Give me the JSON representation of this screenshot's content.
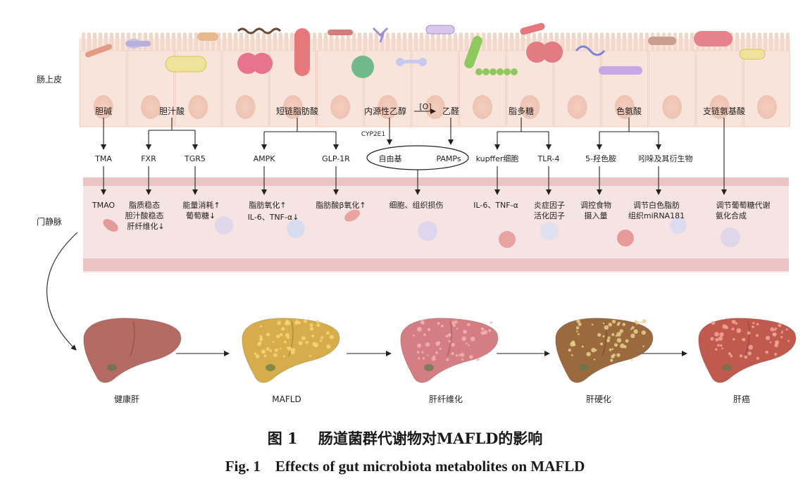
{
  "side_labels": {
    "epithelium": "肠上皮",
    "portal_vein": "门静脉"
  },
  "metabolites": [
    {
      "id": "choline",
      "label": "胆碱"
    },
    {
      "id": "bile_acid",
      "label": "胆汁酸"
    },
    {
      "id": "scfa",
      "label": "短链脂肪酸"
    },
    {
      "id": "ethanol",
      "label": "内源性乙醇"
    },
    {
      "id": "acetaldehyde",
      "label": "乙醛"
    },
    {
      "id": "lps",
      "label": "脂多糖"
    },
    {
      "id": "tryptophan",
      "label": "色氨酸"
    },
    {
      "id": "bcaa",
      "label": "支链氨基酸"
    }
  ],
  "ethanol_step_label": "[O]",
  "enzyme_label": "CYP2E1",
  "mediators": [
    {
      "id": "tma",
      "label": "TMA"
    },
    {
      "id": "fxr",
      "label": "FXR"
    },
    {
      "id": "tgr5",
      "label": "TGR5"
    },
    {
      "id": "ampk",
      "label": "AMPK"
    },
    {
      "id": "glp1r",
      "label": "GLP-1R"
    },
    {
      "id": "free_radical",
      "label": "自由基"
    },
    {
      "id": "pamps",
      "label": "PAMPs"
    },
    {
      "id": "kupffer",
      "label": "kupffer细胞"
    },
    {
      "id": "tlr4",
      "label": "TLR-4"
    },
    {
      "id": "hydroxytryptamine",
      "label": "5-羟色胺"
    },
    {
      "id": "indole",
      "label": "吲哚及其衍生物"
    }
  ],
  "effects": [
    {
      "id": "tmao",
      "lines": [
        "TMAO"
      ]
    },
    {
      "id": "fxr_effect",
      "lines": [
        "脂质稳态",
        "胆汁酸稳态",
        "肝纤维化↓"
      ]
    },
    {
      "id": "tgr5_effect",
      "lines": [
        "能量消耗↑",
        "葡萄糖↓"
      ]
    },
    {
      "id": "ampk_effect",
      "lines": [
        "脂肪氧化↑",
        "IL-6、TNF-α↓"
      ]
    },
    {
      "id": "glp1r_effect",
      "lines": [
        "脂肪酸β氧化↑"
      ]
    },
    {
      "id": "damage",
      "lines": [
        "细胞、组织损伤"
      ]
    },
    {
      "id": "il6",
      "lines": [
        "IL-6、TNF-α"
      ]
    },
    {
      "id": "inflammatory",
      "lines": [
        "炎症因子",
        "活化因子"
      ]
    },
    {
      "id": "food_intake",
      "lines": [
        "调控食物",
        "摄入量"
      ]
    },
    {
      "id": "white_fat",
      "lines": [
        "调节白色脂肪",
        "组织miRNA181"
      ]
    },
    {
      "id": "glycogen",
      "lines": [
        "调节葡萄糖代谢",
        "氨化合成"
      ]
    }
  ],
  "liver_stages": [
    {
      "id": "healthy",
      "label": "健康肝",
      "color": "#b56a63"
    },
    {
      "id": "mafld",
      "label": "MAFLD",
      "color": "#d6ad4a"
    },
    {
      "id": "fibrosis",
      "label": "肝纤维化",
      "color": "#d47d82"
    },
    {
      "id": "cirrhosis",
      "label": "肝硬化",
      "color": "#9a6a3e"
    },
    {
      "id": "cancer",
      "label": "肝癌",
      "color": "#c15a4e"
    }
  ],
  "caption": {
    "cn": "图 1    肠道菌群代谢物对MAFLD的影响",
    "en": "Fig. 1    Effects of gut microbiota metabolites on MAFLD"
  },
  "colors": {
    "epithelium": "#f8e7df",
    "vessel": "#f6e3e3",
    "vessel_band": "#edc4c4"
  }
}
